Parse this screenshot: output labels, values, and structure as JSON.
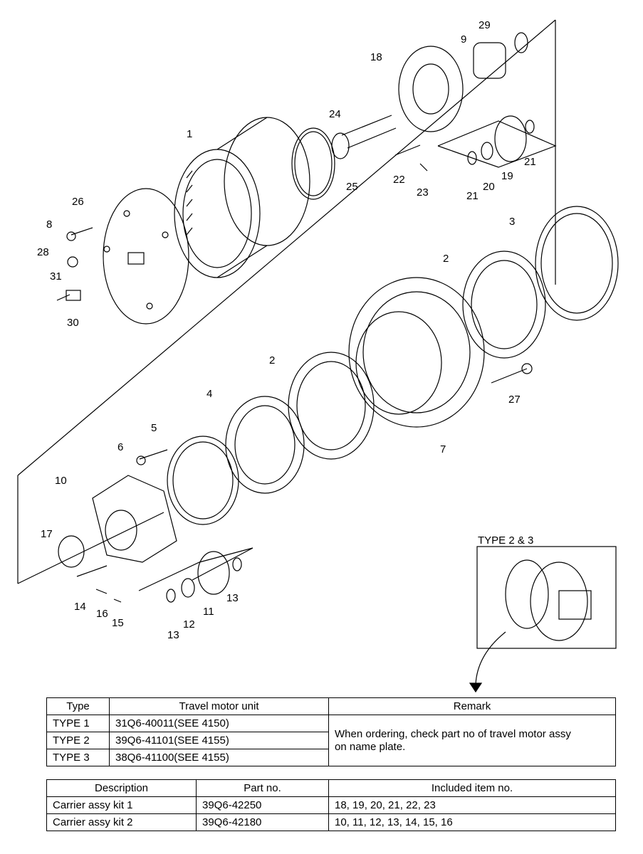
{
  "diagram": {
    "callouts": [
      "29",
      "9",
      "18",
      "24",
      "1",
      "25",
      "22",
      "23",
      "21",
      "20",
      "19",
      "21",
      "26",
      "8",
      "28",
      "31",
      "30",
      "3",
      "2",
      "2",
      "27",
      "7",
      "4",
      "5",
      "6",
      "10",
      "17",
      "11",
      "13",
      "12",
      "13",
      "14",
      "16",
      "15"
    ],
    "inset_label": "TYPE 2 & 3"
  },
  "type_table": {
    "headers": [
      "Type",
      "Travel motor unit",
      "Remark"
    ],
    "rows": [
      {
        "type": "TYPE 1",
        "unit": "31Q6-40011(SEE 4150)"
      },
      {
        "type": "TYPE 2",
        "unit": "39Q6-41101(SEE 4155)"
      },
      {
        "type": "TYPE 3",
        "unit": "38Q6-41100(SEE 4155)"
      }
    ],
    "remark_line1": "When ordering, check part no of travel motor assy",
    "remark_line2": "on name plate."
  },
  "kit_table": {
    "headers": [
      "Description",
      "Part no.",
      "Included item no."
    ],
    "rows": [
      {
        "description": "Carrier assy kit 1",
        "part": "39Q6-42250",
        "items": "18, 19, 20, 21, 22, 23"
      },
      {
        "description": "Carrier assy kit 2",
        "part": "39Q6-42180",
        "items": "10, 11, 12, 13, 14, 15, 16"
      }
    ]
  }
}
